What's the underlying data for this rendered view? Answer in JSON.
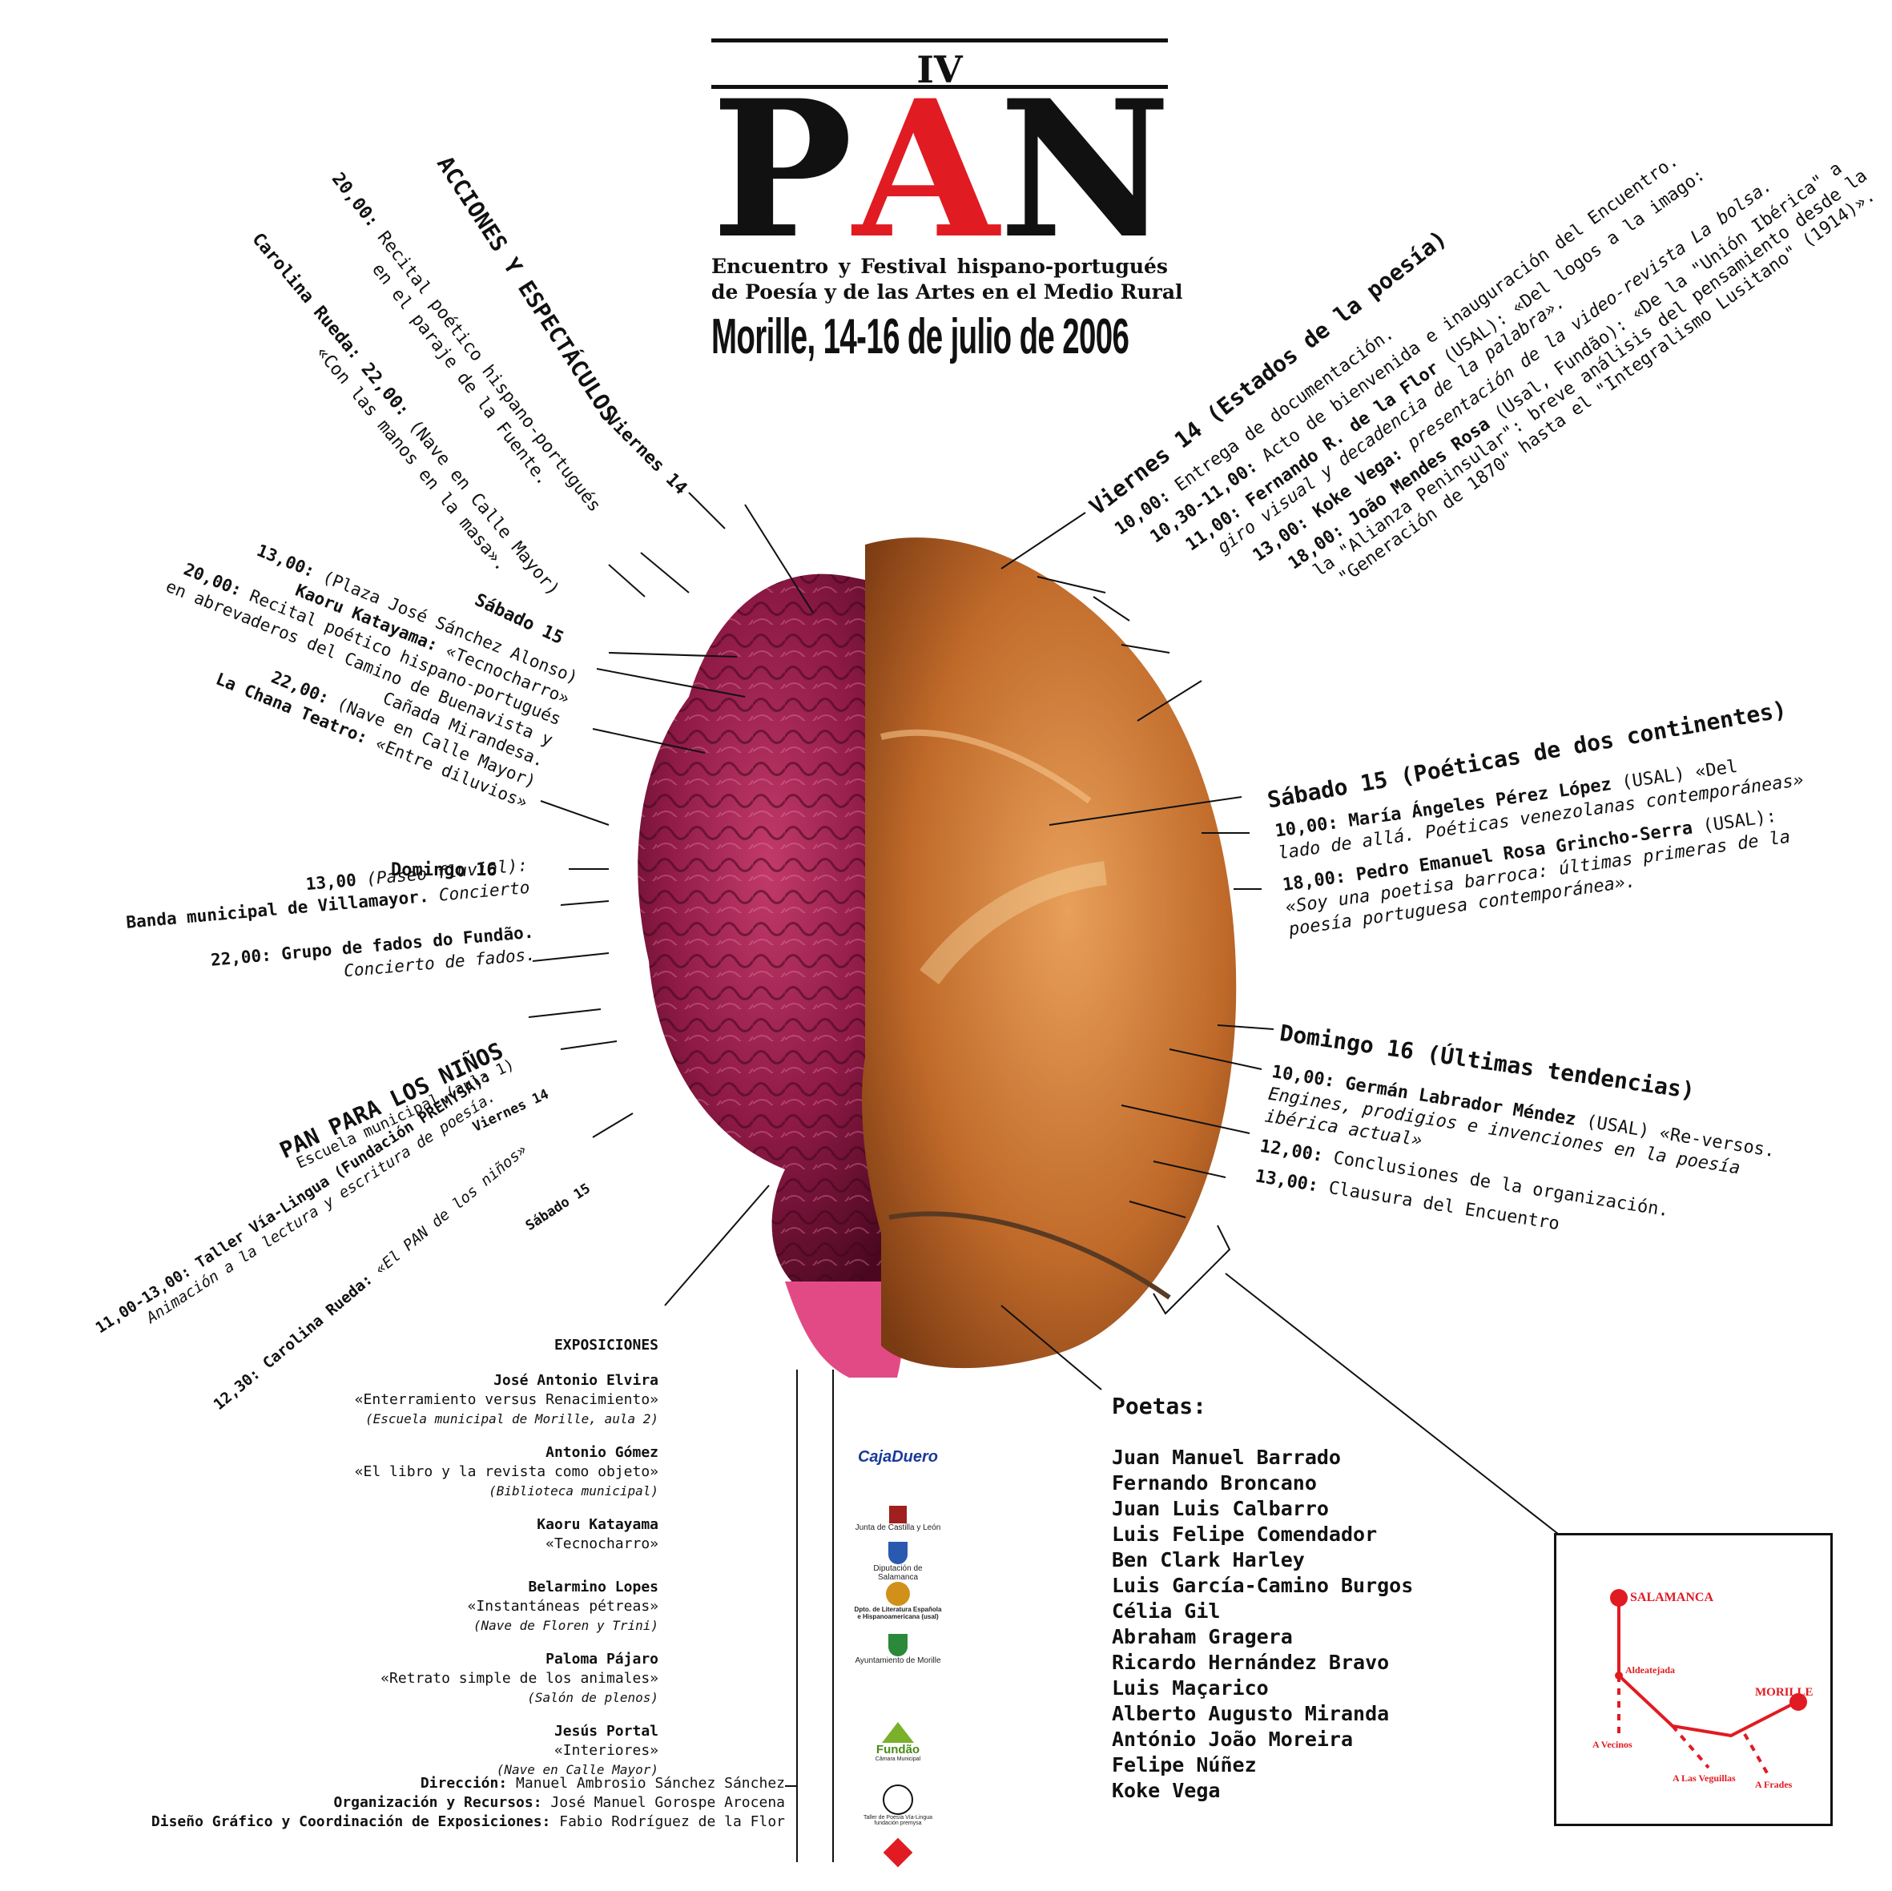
{
  "header": {
    "edition": "IV",
    "logo_letters": [
      "P",
      "A",
      "N"
    ],
    "accent_color": "#e11b22",
    "subtitle_line1": "Encuentro y Festival hispano-portugués",
    "subtitle_line2": "de Poesía y de las Artes en el Medio Rural",
    "place_date": "Morille, 14-16 de julio de 2006"
  },
  "acciones": {
    "title": "ACCIONES Y ESPECTÁCULOS",
    "viernes_label": "Viernes 14",
    "viernes_t1": "20,00:",
    "viernes_d1": "Recital poético hispano-portugués",
    "viernes_d1b": "en el paraje de la Fuente.",
    "viernes_t2": "Carolina Rueda:",
    "viernes_t2b": "22,00:",
    "viernes_d2": "(Nave en Calle Mayor)",
    "viernes_d2b": "«Con las manos en la masa».",
    "sabado_label": "Sábado 15",
    "sabado_l1": "13,00:",
    "sabado_l1b": "(Plaza José Sánchez Alonso)",
    "sabado_l2": "Kaoru Katayama:",
    "sabado_l2b": "«Tecnocharro»",
    "sabado_l3": "20,00:",
    "sabado_l3b": "Recital poético hispano-portugués",
    "sabado_l4": "en abrevaderos del Camino de Buenavista y",
    "sabado_l5": "Cañada Mirandesa.",
    "sabado_l6": "22,00:",
    "sabado_l6b": "(Nave en Calle Mayor)",
    "sabado_l7": "La Chana Teatro:",
    "sabado_l7b": "«Entre diluvios»",
    "domingo_label": "Domingo 16",
    "domingo_l1": "13,00",
    "domingo_l1b": "(Paseo fluvial):",
    "domingo_l2": "Banda municipal de Villamayor.",
    "domingo_l2b": "Concierto",
    "domingo_l3": "22,00:",
    "domingo_l3b": "Grupo de fados do Fundão.",
    "domingo_l4": "Concierto de fados."
  },
  "ninos": {
    "title": "PAN PARA LOS NIÑOS",
    "sub": "Escuela municipal (aula 1)",
    "viernes": "Viernes 14",
    "l1": "11,00-13,00: Taller Vía-Lingua (Fundación PREMYSA):",
    "l2": "Animación a la lectura y escritura de poesía.",
    "sabado": "Sábado 15",
    "l3": "12,30: Carolina Rueda:",
    "l3b": "«El PAN de los niños»"
  },
  "viernes_poesia": {
    "title": "Viernes 14 (Estados de la poesía)",
    "l1": "10,00:",
    "l1b": "Entrega de documentación.",
    "l2": "10,30-11,00:",
    "l2b": "Acto de bienvenida e inauguración del Encuentro.",
    "l3": "11,00: Fernando R. de la Flor",
    "l3b": "(USAL): «Del logos a la imago:",
    "l4": "giro visual y decadencia de la palabra».",
    "l5": "13,00: Koke Vega:",
    "l5b": "presentación de la video-revista La bolsa.",
    "l6": "18,00: João Mendes Rosa",
    "l6b": "(Usal, Fundão): «De la \"Unión Ibérica\" a",
    "l7": "la \"Alianza Peninsular\": breve análisis del pensamiento desde la",
    "l8": "\"Generación de 1870\" hasta el \"Integralismo Lusitano\" (1914)»."
  },
  "sabado_poeticas": {
    "title": "Sábado 15 (Poéticas de dos continentes)",
    "l1": "10,00: María Ángeles Pérez López",
    "l1b": "(USAL) «Del",
    "l2": "lado de allá. Poéticas venezolanas contemporáneas»",
    "l3": "18,00: Pedro Emanuel Rosa Grincho-Serra",
    "l3b": "(USAL):",
    "l4": "«Soy una poetisa barroca: últimas primeras de la",
    "l5": "poesía portuguesa contemporánea»."
  },
  "domingo_tendencias": {
    "title": "Domingo 16 (Últimas tendencias)",
    "l1": "10,00: Germán Labrador Méndez",
    "l1b": "(USAL) «Re-versos.",
    "l2": "Engines, prodigios e invenciones en la poesía",
    "l3": "ibérica actual»",
    "l4": "12,00:",
    "l4b": "Conclusiones de la organización.",
    "l5": "13,00:",
    "l5b": "Clausura del Encuentro"
  },
  "exposiciones": {
    "title": "EXPOSICIONES",
    "items": [
      {
        "artist": "José Antonio Elvira",
        "work": "«Enterramiento versus Renacimiento»",
        "place": "(Escuela municipal de Morille, aula 2)"
      },
      {
        "artist": "Antonio Gómez",
        "work": "«El libro y la revista como objeto»",
        "place": "(Biblioteca municipal)"
      },
      {
        "artist": "Kaoru Katayama",
        "work": "«Tecnocharro»",
        "place": ""
      },
      {
        "artist": "Belarmino Lopes",
        "work": "«Instantáneas pétreas»",
        "place": "(Nave de Floren y Trini)"
      },
      {
        "artist": "Paloma Pájaro",
        "work": "«Retrato simple de los animales»",
        "place": "(Salón de plenos)"
      },
      {
        "artist": "Jesús Portal",
        "work": "«Interiores»",
        "place": "(Nave en Calle Mayor)"
      }
    ]
  },
  "credits": {
    "direccion_label": "Dirección:",
    "direccion": "Manuel Ambrosio Sánchez Sánchez",
    "organizacion_label": "Organización y Recursos:",
    "organizacion": "José Manuel Gorospe Arocena",
    "diseno_label": "Diseño Gráfico y Coordinación de Exposiciones:",
    "diseno": "Fabio Rodríguez de la Flor"
  },
  "poets": {
    "title": "Poetas:",
    "names": [
      "Juan Manuel Barrado",
      "Fernando Broncano",
      "Juan Luis Calbarro",
      "Luis Felipe Comendador",
      "Ben Clark Harley",
      "Luis García-Camino Burgos",
      "Célia Gil",
      "Abraham Gragera",
      "Ricardo Hernández Bravo",
      "Luis Maçarico",
      "Alberto Augusto Miranda",
      "António João Moreira",
      "Felipe Núñez",
      "Koke Vega"
    ]
  },
  "sponsors": {
    "caja": "CajaDuero",
    "junta": "Junta de Castilla y León",
    "diputacion": "Diputación de Salamanca",
    "dpto": "Dpto. de Literatura Española e Hispanoamericana (usal)",
    "ayto": "Ayuntamiento de Morille",
    "fundao": "Fundão",
    "fundao_sub": "Câmara Municipal",
    "taller": "Taller de Poesía Vía-Lingua",
    "taller_sub": "fundación premysa"
  },
  "map": {
    "salamanca": "SALAMANCA",
    "aldeatejada": "Aldeatejada",
    "morille": "MORILLE",
    "vecinos": "A Vecinos",
    "veguillas": "A Las Veguillas",
    "frades": "A Frades",
    "color": "#e11b22"
  }
}
